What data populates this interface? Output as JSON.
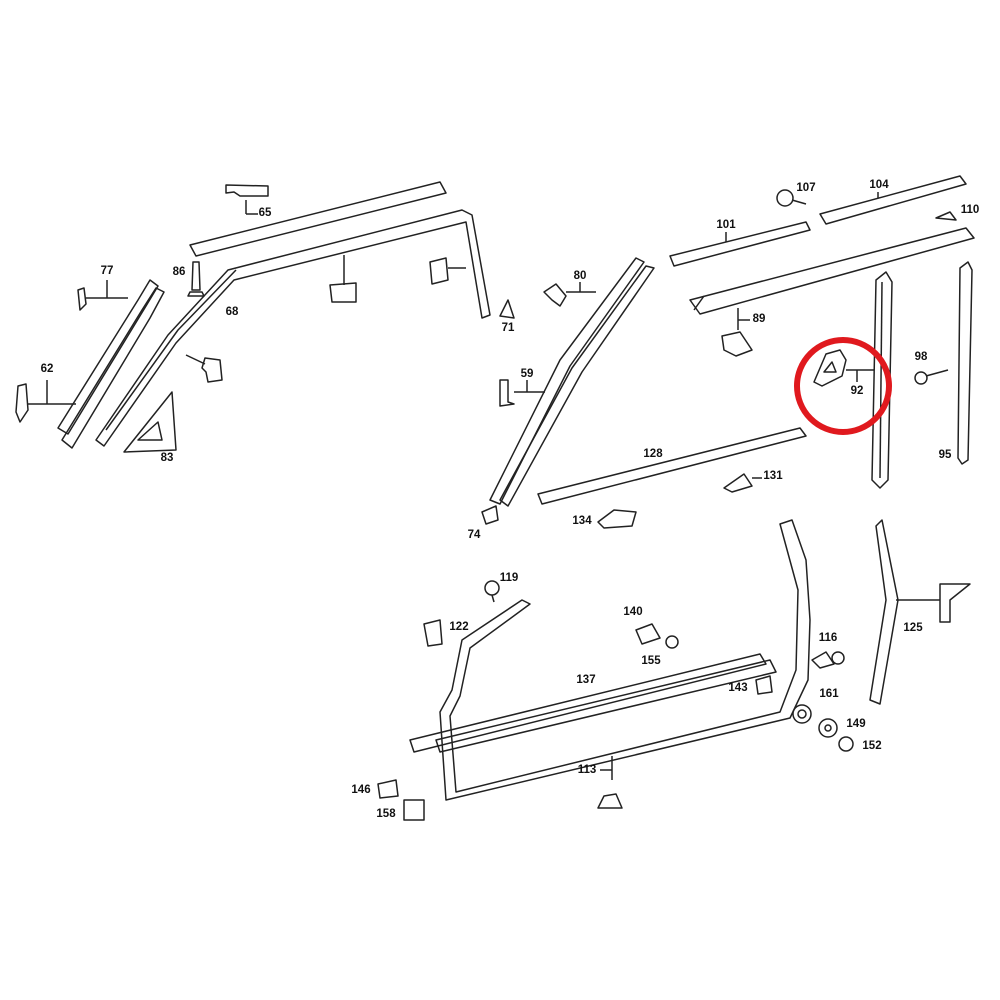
{
  "diagram": {
    "type": "exploded parts diagram - door and window mouldings",
    "highlight_color": "#e0191e",
    "highlighted_part": "92",
    "labels": [
      "65",
      "77",
      "86",
      "68",
      "62",
      "83",
      "71",
      "80",
      "59",
      "74",
      "107",
      "104",
      "110",
      "101",
      "89",
      "92",
      "98",
      "95",
      "128",
      "131",
      "134",
      "119",
      "122",
      "140",
      "155",
      "116",
      "125",
      "137",
      "143",
      "161",
      "149",
      "152",
      "146",
      "158",
      "113"
    ]
  }
}
